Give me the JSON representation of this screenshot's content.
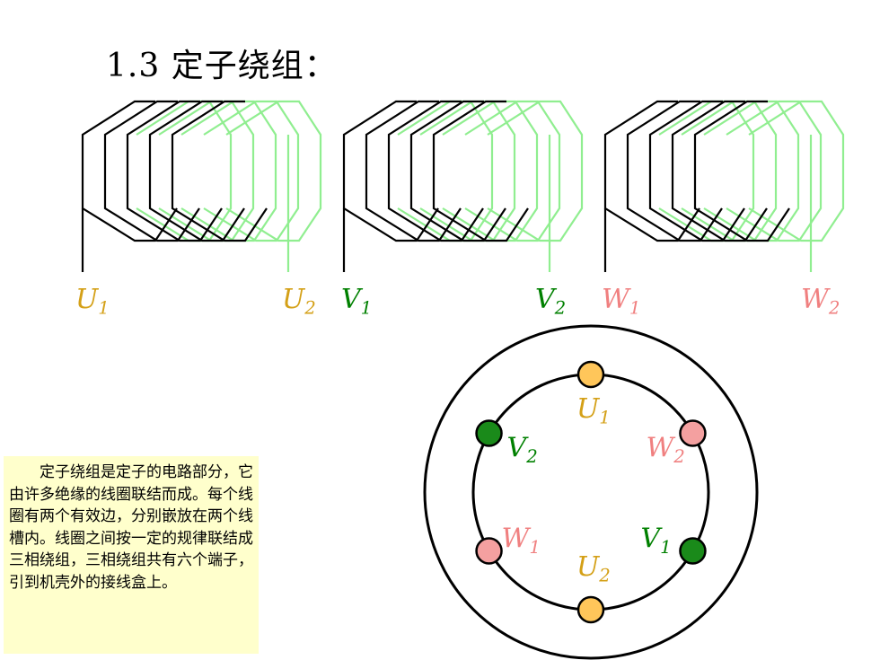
{
  "title": "1.3 定子绕组：",
  "colors": {
    "U": "#d4a017",
    "V": "#008000",
    "W": "#f08080",
    "coil_black": "#000000",
    "coil_green": "#90ee90",
    "terminal_U": "#ffc65a",
    "terminal_V": "#1a8a1a",
    "terminal_W": "#f4a0a0",
    "note_bg": "#ffffcc"
  },
  "windings": [
    {
      "start": {
        "letter": "U",
        "sub": "1"
      },
      "end": {
        "letter": "U",
        "sub": "2"
      },
      "color": "#d4a017"
    },
    {
      "start": {
        "letter": "V",
        "sub": "1"
      },
      "end": {
        "letter": "V",
        "sub": "2"
      },
      "color": "#008000"
    },
    {
      "start": {
        "letter": "W",
        "sub": "1"
      },
      "end": {
        "letter": "W",
        "sub": "2"
      },
      "color": "#f08080"
    }
  ],
  "terminals": [
    {
      "letter": "U",
      "sub": "1",
      "phase": "U"
    },
    {
      "letter": "W",
      "sub": "2",
      "phase": "W"
    },
    {
      "letter": "V",
      "sub": "1",
      "phase": "V"
    },
    {
      "letter": "U",
      "sub": "2",
      "phase": "U"
    },
    {
      "letter": "W",
      "sub": "1",
      "phase": "W"
    },
    {
      "letter": "V",
      "sub": "2",
      "phase": "V"
    }
  ],
  "description": "定子绕组是定子的电路部分，它由许多绝缘的线圈联结而成。每个线圈有两个有效边，分别嵌放在两个线槽内。线圈之间按一定的规律联结成三相绕组，三相绕组共有六个端子，引到机壳外的接线盒上。"
}
